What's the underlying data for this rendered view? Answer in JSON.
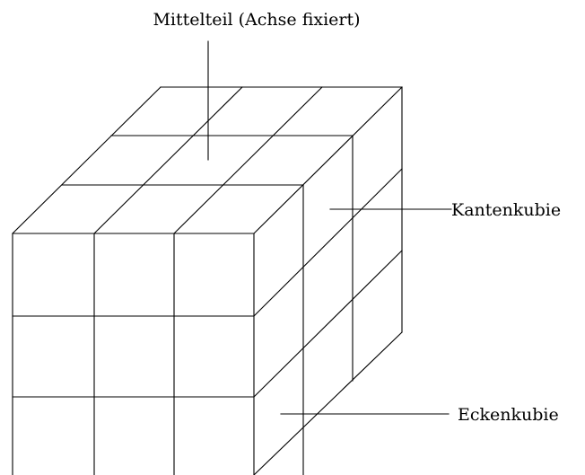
{
  "labels": {
    "center": "Mittelteil (Achse fixiert)",
    "edge": "Kantenkubie",
    "corner": "Eckenkubie"
  },
  "colors": {
    "stroke": "#000000",
    "background": "#ffffff"
  }
}
